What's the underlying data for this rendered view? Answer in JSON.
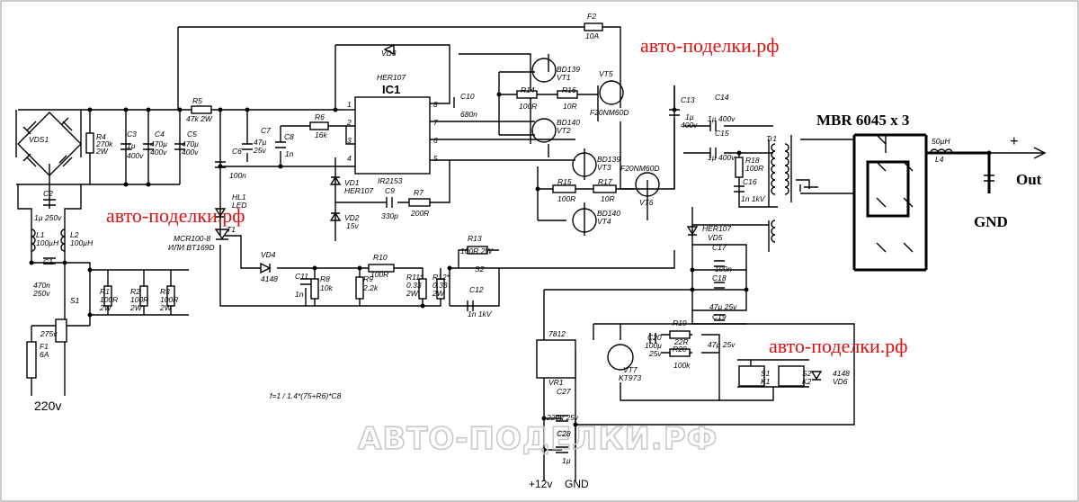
{
  "watermarks": {
    "top": "авто-поделки.рф",
    "left": "авто-поделки.рф",
    "right": "авто-поделки.рф",
    "bottom": "АВТО-ПОДЕЛКИ.РФ"
  },
  "header": {
    "mbr": "MBR 6045 x 3"
  },
  "terminals": {
    "out": "Out",
    "gnd": "GND",
    "plus": "+",
    "mains": "220v",
    "v12": "+12v",
    "gnd_in": "GND"
  },
  "formula": "f=1 / 1.4*(75+R6)*C8",
  "fuse2": {
    "name": "F2",
    "value": "10A"
  },
  "ic1": {
    "name": "IC1",
    "part": "IR2153",
    "pins": [
      "1",
      "2",
      "3",
      "4",
      "8",
      "7",
      "6",
      "5"
    ]
  },
  "components": {
    "VD3": {
      "name": "VD3",
      "value": "HER107"
    },
    "VDS1": {
      "name": "VDS1"
    },
    "R4": {
      "name": "R4",
      "value": "270k",
      "extra": "2W"
    },
    "C3": {
      "name": "C3",
      "value": "1µ",
      "extra": "400v"
    },
    "C4": {
      "name": "C4",
      "value": "470µ",
      "extra": "400v"
    },
    "C5": {
      "name": "C5",
      "value": "470µ",
      "extra": "400v"
    },
    "R5": {
      "name": "R5",
      "value": "47k 2W"
    },
    "C7": {
      "name": "C7",
      "value": "47µ",
      "extra": "25v"
    },
    "C8": {
      "name": "C8",
      "value": "1n"
    },
    "R6": {
      "name": "R6",
      "value": "16k"
    },
    "C6": {
      "name": "C6",
      "value": "100n"
    },
    "VD1": {
      "name": "VD1",
      "value": "HER107"
    },
    "VD2": {
      "name": "VD2",
      "value": "15v"
    },
    "C9": {
      "name": "C9",
      "value": "330p"
    },
    "R7": {
      "name": "R7",
      "value": "200R"
    },
    "HL1": {
      "name": "HL1",
      "value": "LED"
    },
    "C2": {
      "name": "C2",
      "value": "1µ 250v"
    },
    "L1": {
      "name": "L1",
      "value": "100µH"
    },
    "L2": {
      "name": "L2",
      "value": "100µH"
    },
    "C1": {
      "name": "C1",
      "value": "470n",
      "extra": "250v"
    },
    "S1": {
      "name": "S1"
    },
    "R1": {
      "name": "R1",
      "value": "100R",
      "extra": "2W"
    },
    "R2": {
      "name": "R2",
      "value": "100R",
      "extra": "2W"
    },
    "R3": {
      "name": "R3",
      "value": "100R",
      "extra": "2W"
    },
    "RV": {
      "name": "275v"
    },
    "F1": {
      "name": "F1",
      "value": "6A"
    },
    "T1": {
      "name": "T1",
      "value": "MCR100-8",
      "extra": "ИЛИ BT169D"
    },
    "VD4": {
      "name": "VD4",
      "value": "4148"
    },
    "C11": {
      "name": "C11",
      "value": "1n"
    },
    "R8": {
      "name": "R8",
      "value": "10k"
    },
    "R10": {
      "name": "R10",
      "value": "100R"
    },
    "R9": {
      "name": "R9",
      "value": "2.2k"
    },
    "R11": {
      "name": "R11*",
      "value": "0.33",
      "extra": "2W"
    },
    "R12": {
      "name": "R12*",
      "value": "0.33",
      "extra": "2W"
    },
    "R13": {
      "name": "R13",
      "value": "100R 2W"
    },
    "S2": {
      "name": "S2"
    },
    "C12": {
      "name": "C12",
      "value": "1n 1kV"
    },
    "C10": {
      "name": "C10",
      "value": "680n"
    },
    "VT1": {
      "name": "VT1",
      "value": "BD139"
    },
    "VT2": {
      "name": "VT2",
      "value": "BD140"
    },
    "R14": {
      "name": "R14",
      "value": "100R"
    },
    "R16": {
      "name": "R16",
      "value": "10R"
    },
    "VT5": {
      "name": "VT5",
      "value": "F20NM60D"
    },
    "VT3": {
      "name": "VT3",
      "value": "BD139"
    },
    "VT4": {
      "name": "VT4",
      "value": "BD140"
    },
    "R15": {
      "name": "R15",
      "value": "100R"
    },
    "R17": {
      "name": "R17",
      "value": "10R"
    },
    "VT6": {
      "name": "VT6",
      "value": "F20NM60D"
    },
    "C13": {
      "name": "C13",
      "value": "1µ",
      "extra": "400v"
    },
    "C14": {
      "name": "C14",
      "value": "1µ 400v"
    },
    "C15": {
      "name": "C15",
      "value": "1µ 400v"
    },
    "Tr1": {
      "name": "Tr1"
    },
    "R18": {
      "name": "R18",
      "value": "100R"
    },
    "C16": {
      "name": "C16",
      "value": "1n 1kV"
    },
    "VD5": {
      "name": "VD5",
      "value": "HER107"
    },
    "C17": {
      "name": "C17",
      "value": "100n"
    },
    "C18": {
      "name": "C18",
      "value": "47µ 25v"
    },
    "C19": {
      "name": "C19",
      "value": "47µ 25v"
    },
    "R19": {
      "name": "R19",
      "value": "22R"
    },
    "C20": {
      "name": "C20",
      "value": "100µ",
      "extra": "25v"
    },
    "R20": {
      "name": "R20",
      "value": "100k"
    },
    "VT7": {
      "name": "VT7",
      "value": "KT973"
    },
    "K1": {
      "name": "S1",
      "value": "K1"
    },
    "K2": {
      "name": "S2",
      "value": "K2"
    },
    "VD6": {
      "name": "4148",
      "value": "VD6"
    },
    "VR1": {
      "name": "7812",
      "value": "VR1"
    },
    "C27": {
      "name": "C27",
      "value": "220µ 25v"
    },
    "C28": {
      "name": "C28",
      "value": "1µ"
    },
    "L4": {
      "name": "50µH",
      "value": "L4"
    }
  }
}
